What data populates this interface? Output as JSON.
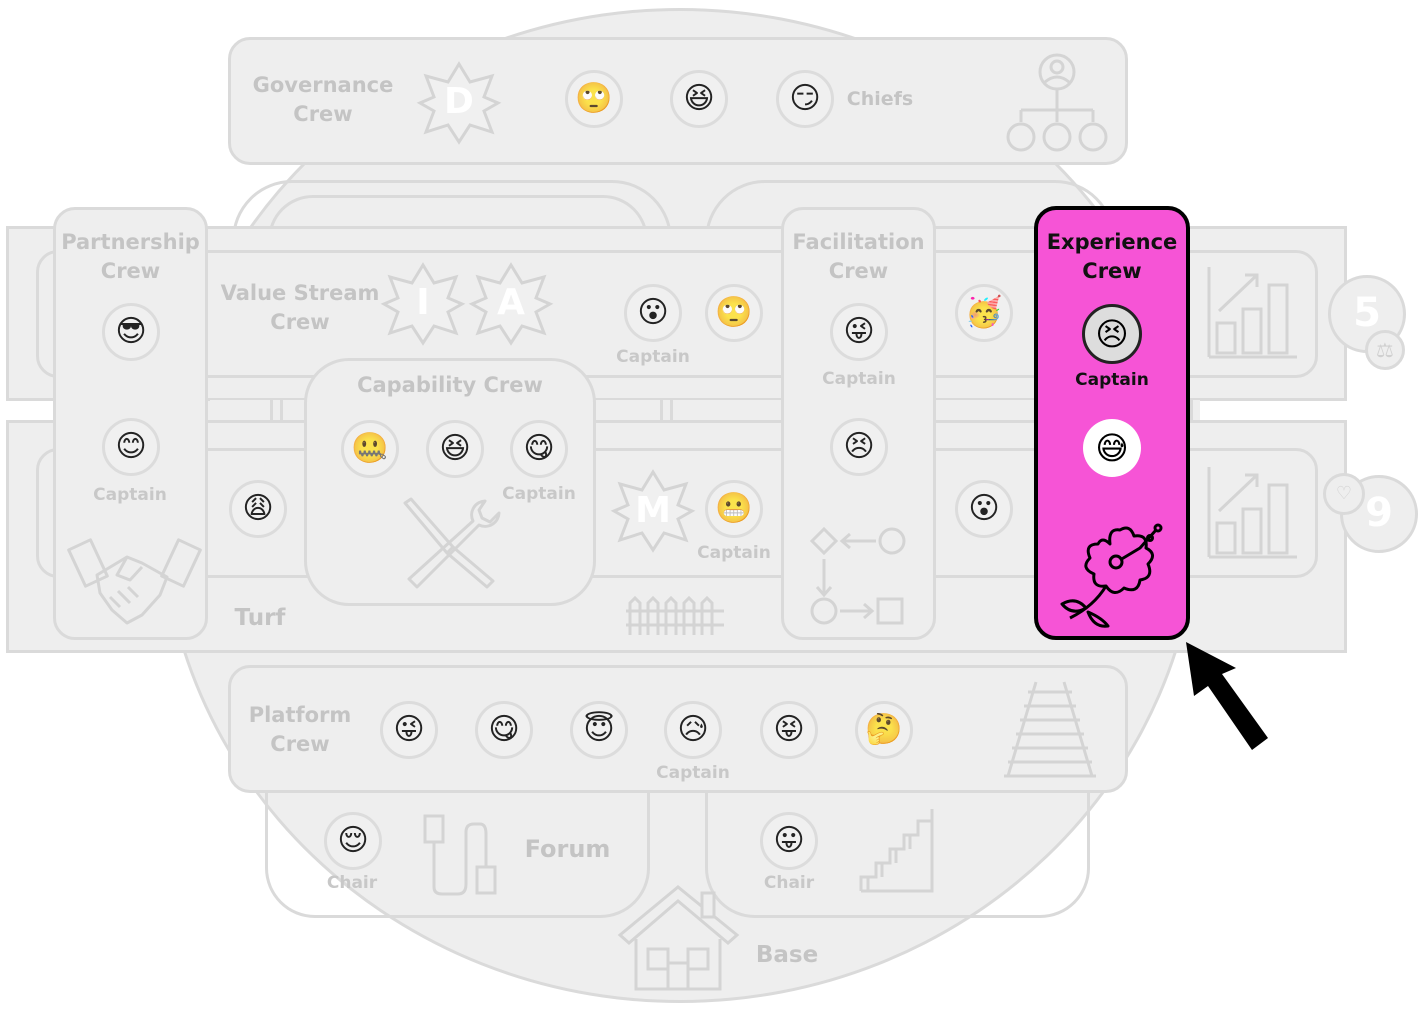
{
  "governance": {
    "label_l1": "Governance",
    "label_l2": "Crew",
    "badge": "D",
    "extra_label": "Chiefs",
    "emojis": [
      "🙄",
      "😆",
      "😏"
    ]
  },
  "value_stream": {
    "label_l1": "Value Stream",
    "label_l2": "Crew",
    "badges": [
      "I",
      "A"
    ],
    "captain_label": "Captain",
    "emojis": [
      "😮",
      "🙄"
    ]
  },
  "partnership": {
    "label_l1": "Partnership",
    "label_l2": "Crew",
    "captain_label": "Captain",
    "emojis": [
      "😎",
      "😊"
    ]
  },
  "turf": {
    "label": "Turf",
    "badge": "M",
    "captain_label": "Captain",
    "emojis": [
      "😩",
      "😬",
      "😮"
    ]
  },
  "capability": {
    "label": "Capability Crew",
    "captain_label": "Captain",
    "emojis": [
      "🤐",
      "😆",
      "😋"
    ]
  },
  "facilitation": {
    "label_l1": "Facilitation",
    "label_l2": "Crew",
    "captain_label": "Captain",
    "emojis": [
      "😜",
      "😣",
      "🥳"
    ]
  },
  "experience": {
    "label_l1": "Experience",
    "label_l2": "Crew",
    "captain_label": "Captain",
    "emojis": [
      "😣",
      "😅"
    ],
    "accent": "#f654d6"
  },
  "side_badges": {
    "top": "5",
    "bottom": "9"
  },
  "platform": {
    "label_l1": "Platform",
    "label_l2": "Crew",
    "captain_label": "Captain",
    "emojis": [
      "😜",
      "😋",
      "😇",
      "😥",
      "😝",
      "🤔"
    ]
  },
  "forum": {
    "label": "Forum",
    "chair_label": "Chair",
    "emoji": "😌"
  },
  "right_base": {
    "chair_label": "Chair",
    "emoji": "😛"
  },
  "base": {
    "label": "Base"
  }
}
